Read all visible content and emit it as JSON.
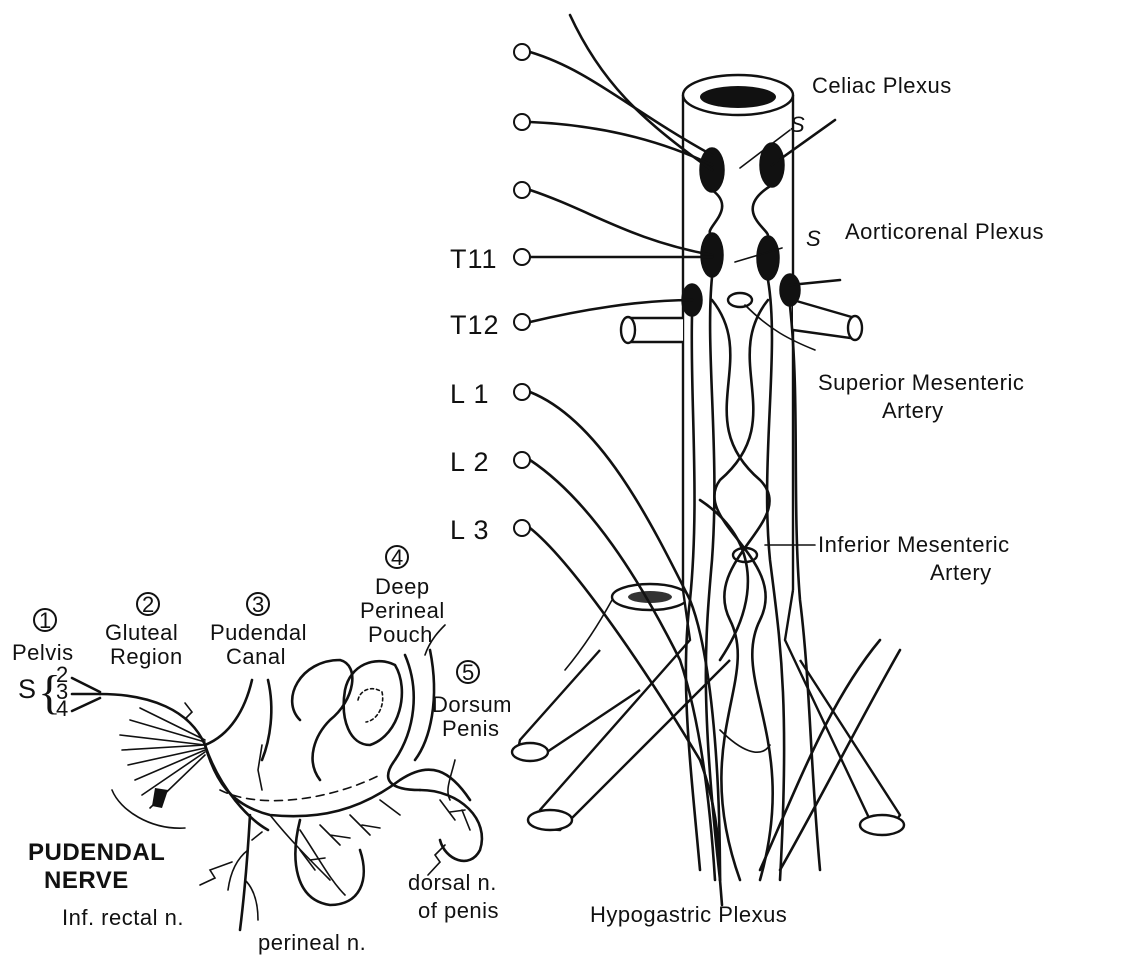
{
  "aortic": {
    "celiac": "Celiac Plexus",
    "aorticorenal": "Aorticorenal Plexus",
    "sup_mes_1": "Superior Mesenteric",
    "sup_mes_2": "Artery",
    "inf_mes_1": "Inferior Mesenteric",
    "inf_mes_2": "Artery",
    "hypogastric": "Hypogastric Plexus",
    "s_mark": "S",
    "spinal_levels": [
      "T11",
      "T12",
      "L 1",
      "L 2",
      "L 3"
    ]
  },
  "pudendal": {
    "steps": [
      {
        "num": "1",
        "line1": "Pelvis",
        "line2": ""
      },
      {
        "num": "2",
        "line1": "Gluteal",
        "line2": "Region"
      },
      {
        "num": "3",
        "line1": "Pudendal",
        "line2": "Canal"
      },
      {
        "num": "4",
        "line1": "Deep",
        "line2": "Perineal",
        "line3": "Pouch"
      },
      {
        "num": "5",
        "line1": "Dorsum",
        "line2": "Penis"
      }
    ],
    "sacral_letter": "S",
    "sacral_roots": [
      "2",
      "3",
      "4"
    ],
    "title_1": "PUDENDAL",
    "title_2": "NERVE",
    "inf_rectal": "Inf. rectal n.",
    "perineal": "perineal n.",
    "dorsal_1": "dorsal n.",
    "dorsal_2": "of penis"
  }
}
